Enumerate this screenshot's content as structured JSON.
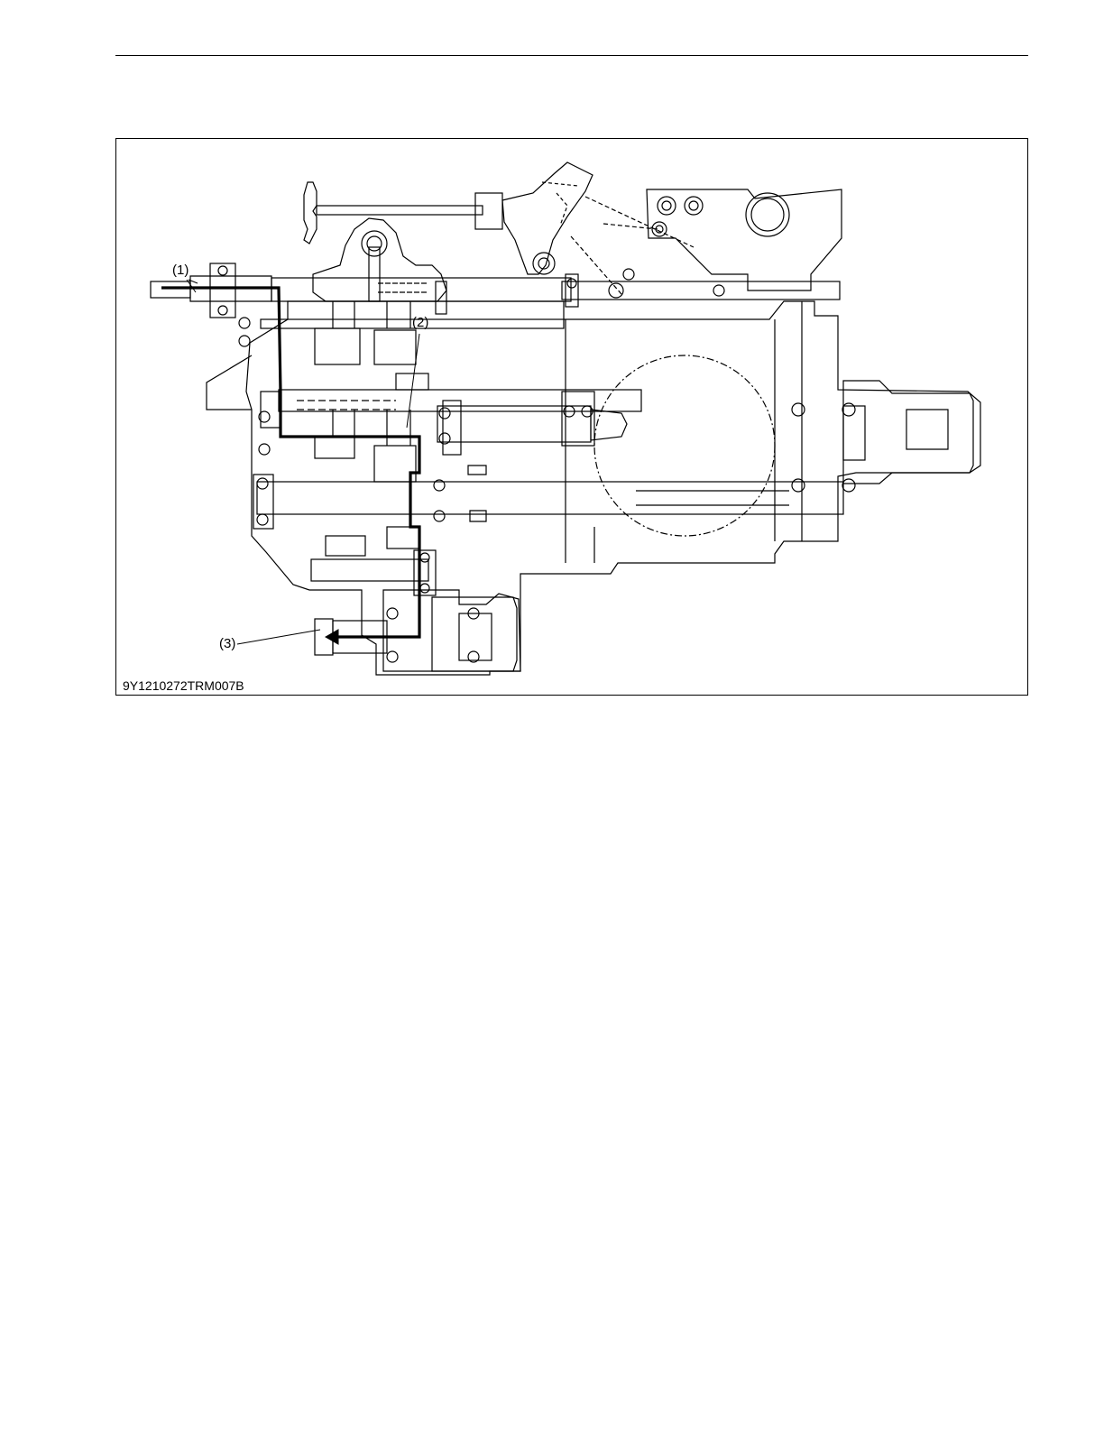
{
  "figure": {
    "callouts": [
      {
        "id": "1",
        "text": "(1)"
      },
      {
        "id": "2",
        "text": "(2)"
      },
      {
        "id": "3",
        "text": "(3)"
      }
    ],
    "figure_id": "9Y1210272TRM007B",
    "line_color": "#000000",
    "power_flow_color": "#000000"
  }
}
